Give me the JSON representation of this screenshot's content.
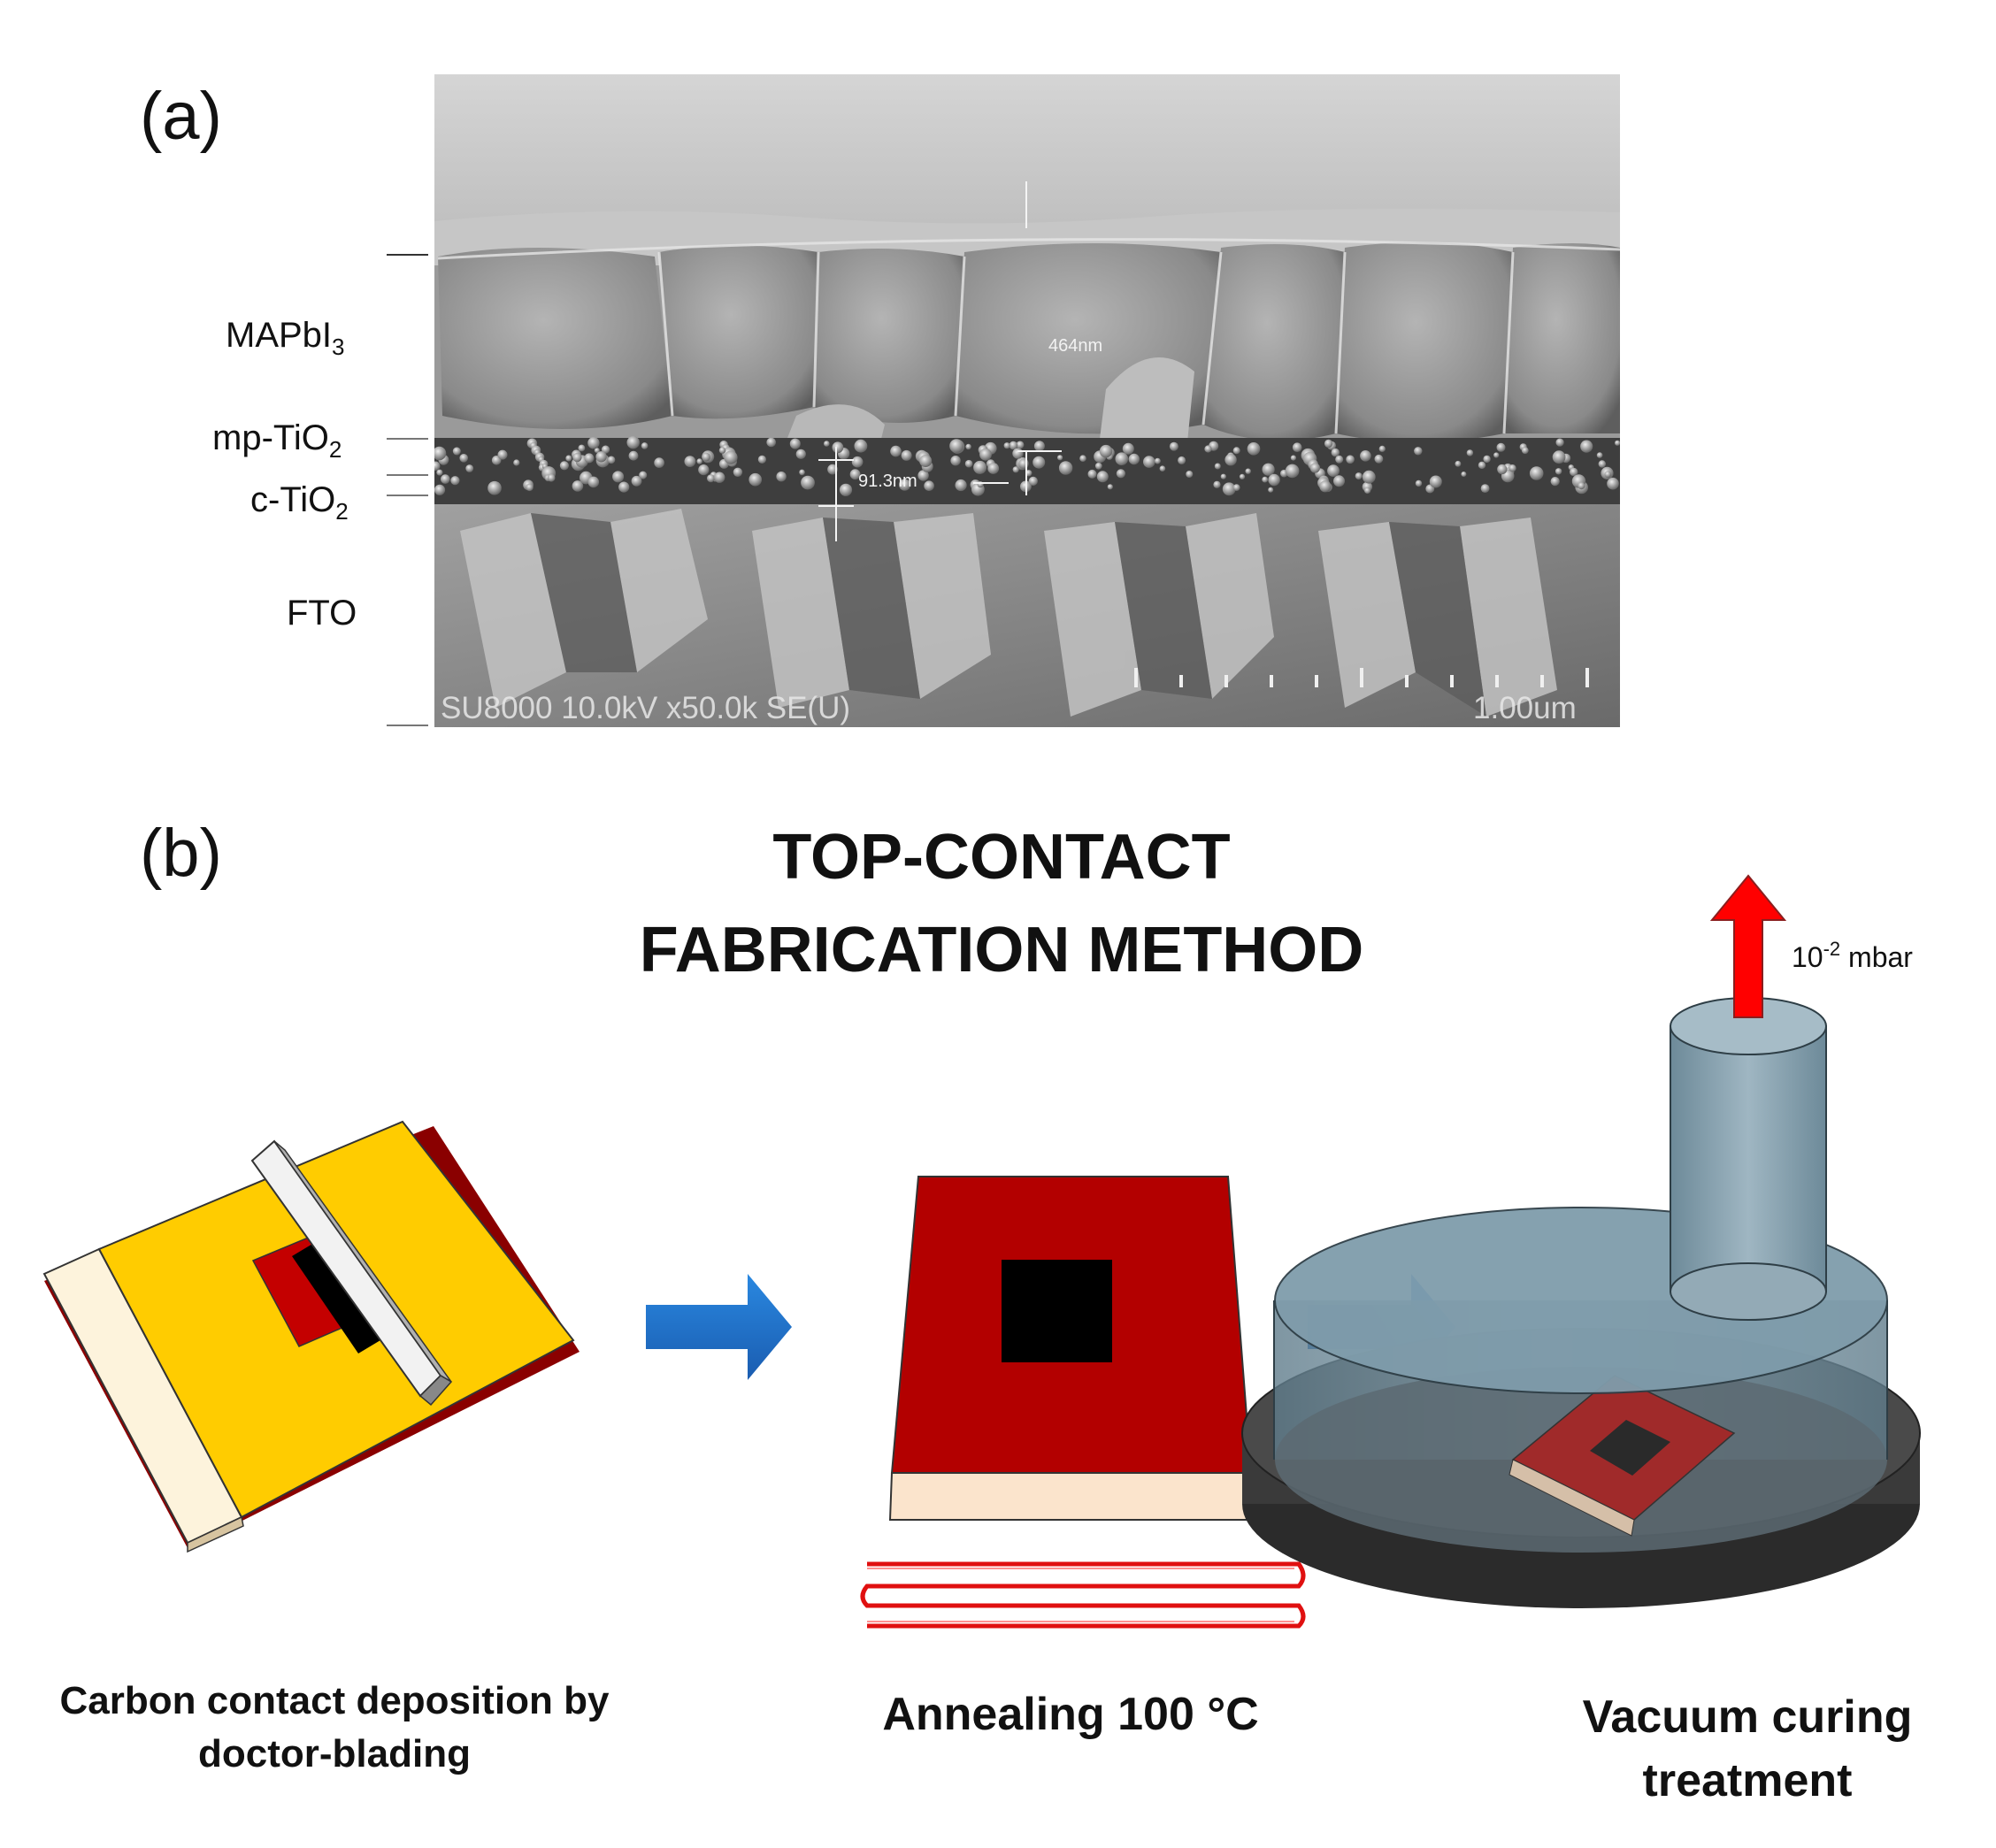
{
  "panel_a": {
    "label": "(a)",
    "layers": {
      "mapbi3": {
        "base": "MAPbI",
        "sub": "3"
      },
      "mp_tio2": {
        "base": "mp-TiO",
        "sub": "2"
      },
      "c_tio2": {
        "base": "c-TiO",
        "sub": "2"
      },
      "fto": "FTO"
    },
    "sem": {
      "info": "SU8000 10.0kV x50.0k SE(U)",
      "scale": "1.00um",
      "measure_thick": "464nm",
      "measure_thin": "91.3nm"
    }
  },
  "panel_b": {
    "label": "(b)",
    "title_line1": "TOP-CONTACT",
    "title_line2": "FABRICATION METHOD",
    "step1_line1": "Carbon contact deposition by",
    "step1_line2": "doctor-blading",
    "step2": "Annealing 100 °C",
    "step3_line1": "Vacuum curing",
    "step3_line2": "treatment",
    "pressure": {
      "base": "10",
      "exp": "-2",
      "unit": " mbar"
    }
  },
  "colors": {
    "substrate_yellow": "#ffcc00",
    "perovskite_red": "#b50000",
    "carbon_black": "#000000",
    "glass": "#fdf3dc",
    "arrow_blue": "#1f6fc9",
    "vacuum_arrow_red": "#ff0000",
    "chamber": "#7f9cab",
    "base_dark": "#3a3a3a"
  }
}
